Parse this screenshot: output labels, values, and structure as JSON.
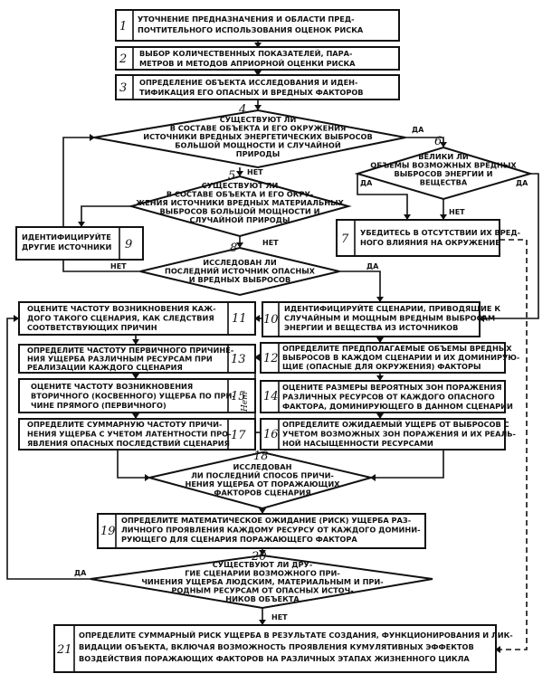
{
  "blocks": {
    "b1": {
      "num": "1",
      "lines": [
        "УТОЧНЕНИЕ ПРЕДНАЗНАЧЕНИЯ И ОБЛАСТИ ПРЕД-",
        "ПОЧТИТЕЛЬНОГО ИСПОЛЬЗОВАНИЯ ОЦЕНОК РИСКА"
      ]
    },
    "b2": {
      "num": "2",
      "lines": [
        "ВЫБОР КОЛИЧЕСТВЕННЫХ ПОКАЗАТЕЛЕЙ, ПАРА-",
        "МЕТРОВ И МЕТОДОВ АПРИОРНОЙ ОЦЕНКИ РИСКА"
      ]
    },
    "b3": {
      "num": "3",
      "lines": [
        "ОПРЕДЕЛЕНИЕ ОБЪЕКТА ИССЛЕДОВАНИЯ И ИДЕН-",
        "ТИФИКАЦИЯ ЕГО ОПАСНЫХ И ВРЕДНЫХ ФАКТОРОВ"
      ]
    },
    "d4": {
      "num": "4",
      "lines": [
        "СУЩЕСТВУЮТ ЛИ",
        "В СОСТАВЕ ОБЪЕКТА И ЕГО ОКРУЖЕНИЯ",
        "ИСТОЧНИКИ ВРЕДНЫХ ЭНЕРГЕТИЧЕСКИХ ВЫБРОСОВ",
        "БОЛЬШОЙ МОЩНОСТИ И СЛУЧАЙНОЙ",
        "ПРИРОДЫ"
      ]
    },
    "d5": {
      "num": "5",
      "lines": [
        "СУЩЕСТВУЮТ ЛИ",
        "В СОСТАВЕ ОБЪЕКТА И ЕГО ОКРУ-",
        "ЖЕНИЯ ИСТОЧНИКИ ВРЕДНЫХ МАТЕРИАЛЬНЫХ",
        "ВЫБРОСОВ БОЛЬШОЙ МОЩНОСТИ И",
        "СЛУЧАЙНОЙ ПРИРОДЫ"
      ]
    },
    "d6": {
      "num": "6",
      "lines": [
        "ВЕЛИКИ ЛИ",
        "ОБЪЕМЫ ВОЗМОЖНЫХ ВРЕДНЫХ",
        "ВЫБРОСОВ ЭНЕРГИИ И",
        "ВЕЩЕСТВА"
      ]
    },
    "b7": {
      "num": "7",
      "lines": [
        "УБЕДИТЕСЬ В ОТСУТСТВИИ ИХ ВРЕД-",
        "НОГО ВЛИЯНИЯ НА ОКРУЖЕНИЕ"
      ]
    },
    "d8": {
      "num": "8",
      "lines": [
        "ИССЛЕДОВАН ЛИ",
        "ПОСЛЕДНИЙ ИСТОЧНИК ОПАСНЫХ",
        "И ВРЕДНЫХ ВЫБРОСОВ"
      ]
    },
    "b9": {
      "num": "9",
      "lines": [
        "ИДЕНТИФИЦИРУЙТЕ",
        "ДРУГИЕ ИСТОЧНИКИ"
      ]
    },
    "b10": {
      "num": "10",
      "lines": [
        "ИДЕНТИФИЦИРУЙТЕ СЦЕНАРИИ, ПРИВОДЯЩИЕ К",
        "СЛУЧАЙНЫМ  И МОЩНЫМ ВРЕДНЫМ ВЫБРОСАМ",
        "ЭНЕРГИИ И ВЕЩЕСТВА ИЗ ИСТОЧНИКОВ"
      ]
    },
    "b11": {
      "num": "11",
      "lines": [
        "ОЦЕНИТЕ  ЧАСТОТУ ВОЗНИКНОВЕНИЯ КАЖ-",
        "ДОГО ТАКОГО СЦЕНАРИЯ, КАК СЛЕДСТВИЯ",
        "СООТВЕТСТВУЮЩИХ ПРИЧИН"
      ]
    },
    "b12": {
      "num": "12",
      "lines": [
        "ОПРЕДЕЛИТЕ ПРЕДПОЛАГАЕМЫЕ ОБЪЕМЫ ВРЕДНЫХ",
        "ВЫБРОСОВ В КАЖДОМ СЦЕНАРИИ И ИХ ДОМИНИРУЮ-",
        "ЩИЕ (ОПАСНЫЕ ДЛЯ ОКРУЖЕНИЯ) ФАКТОРЫ"
      ]
    },
    "b13": {
      "num": "13",
      "lines": [
        "ОПРЕДЕЛИТЕ ЧАСТОТУ ПЕРВИЧНОГО ПРИЧИНЕ-",
        "НИЯ УЩЕРБА РАЗЛИЧНЫМ РЕСУРСАМ ПРИ",
        "РЕАЛИЗАЦИИ КАЖДОГО СЦЕНАРИЯ"
      ]
    },
    "b14": {
      "num": "14",
      "lines": [
        "ОЦЕНИТЕ РАЗМЕРЫ ВЕРОЯТНЫХ ЗОН ПОРАЖЕНИЯ",
        "РАЗЛИЧНЫХ РЕСУРСОВ ОТ КАЖДОГО ОПАСНОГО",
        "ФАКТОРА, ДОМИНИРУЮЩЕГО В ДАННОМ СЦЕНАРИИ"
      ]
    },
    "b15": {
      "num": "15",
      "lines": [
        "ОЦЕНИТЕ ЧАСТОТУ ВОЗНИКНОВЕНИЯ",
        "ВТОРИЧНОГО (КОСВЕННОГО) УЩЕРБА ПО ПРИ-",
        "ЧИНЕ ПРЯМОГО (ПЕРВИЧНОГО)"
      ]
    },
    "b16": {
      "num": "16",
      "lines": [
        "ОПРЕДЕЛИТЕ ОЖИДАЕМЫЙ УЩЕРБ ОТ ВЫБРОСОВ С",
        "УЧЕТОМ ВОЗМОЖНЫХ ЗОН ПОРАЖЕНИЯ И ИХ РЕАЛЬ-",
        "НОЙ НАСЫЩЕННОСТИ РЕСУРСАМИ"
      ]
    },
    "b17": {
      "num": "17",
      "lines": [
        "ОПРЕДЕЛИТЕ СУММАРНУЮ ЧАСТОТУ  ПРИЧИ-",
        "НЕНИЯ УЩЕРБА С УЧЕТОМ ЛАТЕНТНОСТИ ПРО-",
        "ЯВЛЕНИЯ ОПАСНЫХ ПОСЛЕДСТВИЙ СЦЕНАРИЯ"
      ]
    },
    "d18": {
      "num": "18",
      "lines": [
        "ИССЛЕДОВАН",
        "ЛИ ПОСЛЕДНИЙ СПОСОБ ПРИЧИ-",
        "НЕНИЯ УЩЕРБА ОТ ПОРАЖАЮЩИХ",
        "ФАКТОРОВ СЦЕНАРИЯ"
      ]
    },
    "b19": {
      "num": "19",
      "lines": [
        "ОПРЕДЕЛИТЕ МАТЕМАТИЧЕСКОЕ ОЖИДАНИЕ (РИСК) УЩЕРБА РАЗ-",
        "ЛИЧНОГО ПРОЯВЛЕНИЯ КАЖДОМУ РЕСУРСУ ОТ КАЖДОГО ДОМИНИ-",
        "РУЮЩЕГО ДЛЯ СЦЕНАРИЯ ПОРАЖАЮЩЕГО ФАКТОРА"
      ]
    },
    "d20": {
      "num": "20",
      "lines": [
        "СУЩЕСТВУЮТ ЛИ ДРУ-",
        "ГИЕ СЦЕНАРИИ ВОЗМОЖНОГО ПРИ-",
        "ЧИНЕНИЯ УЩЕРБА ЛЮДСКИМ, МАТЕРИАЛЬНЫМ И ПРИ-",
        "РОДНЫМ РЕСУРСАМ ОТ ОПАСНЫХ ИСТОЧ-",
        "НИКОВ ОБЪЕКТА"
      ]
    },
    "b21": {
      "num": "21",
      "lines": [
        "ОПРЕДЕЛИТЕ СУММАРНЫЙ РИСК УЩЕРБА В РЕЗУЛЬТАТЕ СОЗДАНИЯ, ФУНКЦИОНИРОВАНИЯ И ЛИК-",
        "ВИДАЦИИ ОБЪЕКТА, ВКЛЮЧАЯ ВОЗМОЖНОСТЬ ПРОЯВЛЕНИЯ КУМУЛЯТИВНЫХ ЭФФЕКТОВ",
        "ВОЗДЕЙСТВИЯ ПОРАЖАЮЩИХ ФАКТОРОВ НА РАЗЛИЧНЫХ ЭТАПАХ ЖИЗНЕННОГО ЦИКЛА"
      ]
    }
  },
  "labels": {
    "da4": "ДА",
    "net4": "НЕТ",
    "da6a": "ДА",
    "da6b": "ДА",
    "net6": "НЕТ",
    "net5": "НЕТ",
    "net8": "НЕТ",
    "da8": "ДА",
    "net15": "Нет",
    "da20": "ДА",
    "net20": "НЕТ"
  }
}
